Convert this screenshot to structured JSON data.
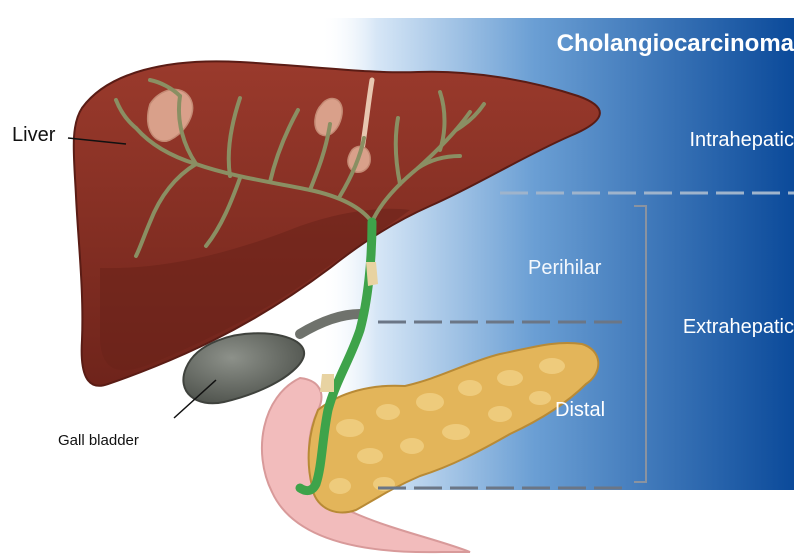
{
  "title": "Cholangiocarcinoma",
  "labels": {
    "intrahepatic": "Intrahepatic",
    "extrahepatic": "Extrahepatic",
    "perihilar": "Perihilar",
    "distal": "Distal",
    "liver": "Liver",
    "gall_bladder": "Gall bladder"
  },
  "colors": {
    "panel_dark": "#0b4a9a",
    "panel_light": "#ffffff",
    "liver": "#8b2f25",
    "bile_duct_intrahepatic": "#8a8f63",
    "bile_duct_extrahepatic": "#3ea34a",
    "tumor": "#d9a08a",
    "gall_bladder": "#6f726c",
    "pancreas": "#e3b55a",
    "duodenum": "#f2bcbc"
  }
}
